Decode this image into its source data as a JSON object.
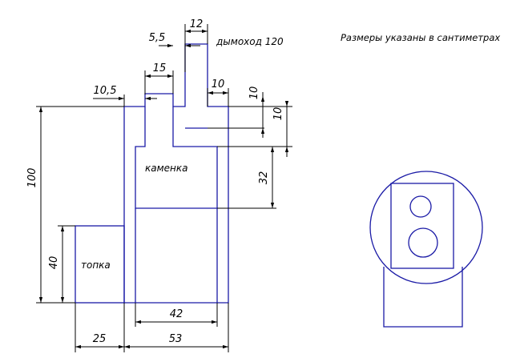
{
  "note": "Размеры указаны в сантиметрах",
  "labels": {
    "chimney": "дымоход 120",
    "heater": "каменка",
    "firebox": "топка"
  },
  "dimensions": {
    "chimney_width": "12",
    "offset_5_5": "5,5",
    "step_width": "15",
    "ledge_left": "10,5",
    "ledge_right": "10",
    "vertical_10_a": "10",
    "vertical_10_b": "10",
    "heater_height": "32",
    "total_height": "100",
    "firebox_height": "40",
    "inner_width": "42",
    "firebox_width": "25",
    "body_width": "53"
  }
}
